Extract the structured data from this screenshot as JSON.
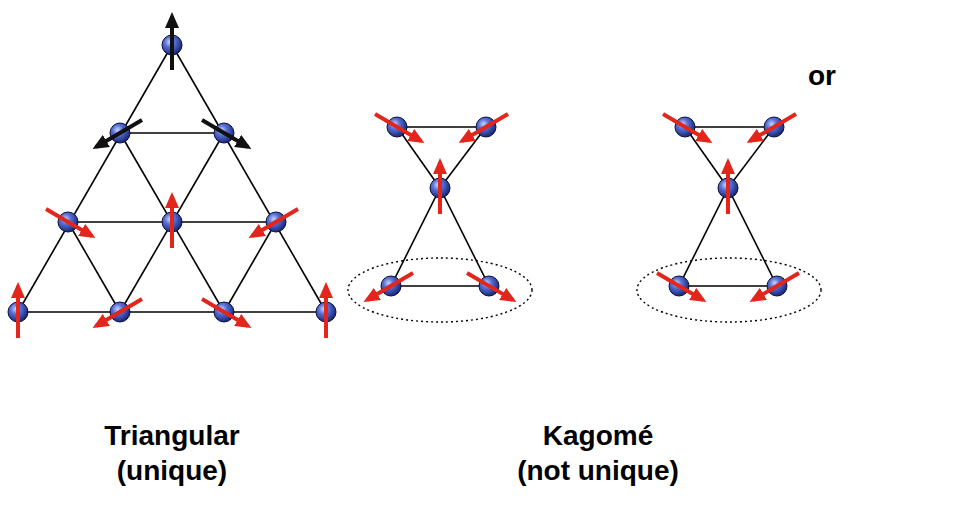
{
  "diagram": {
    "labels": [
      "Triangular (unique)",
      "or",
      "Kagomé (not unique)"
    ]
  }
}
